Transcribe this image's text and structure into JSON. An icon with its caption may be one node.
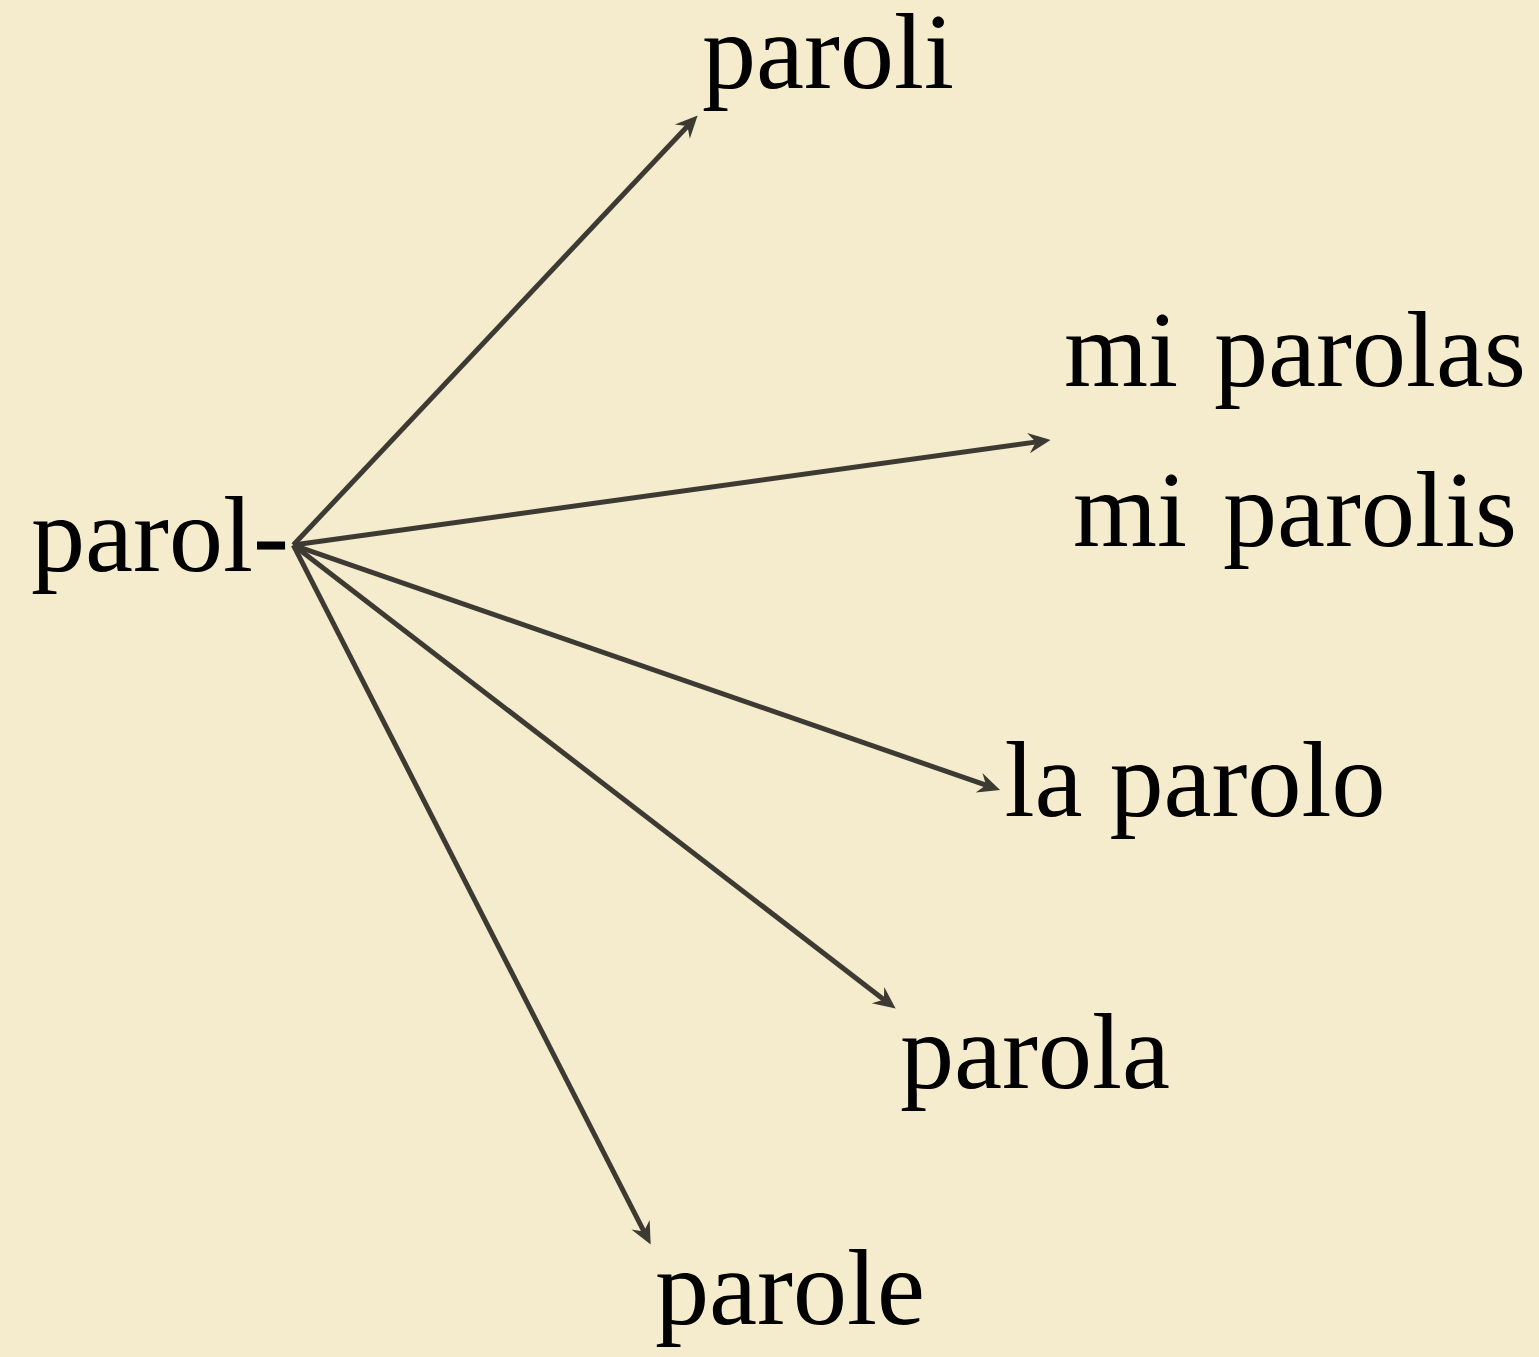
{
  "diagram": {
    "nodes": [
      {
        "text": [
          "parol-"
        ]
      },
      {
        "text": [
          "paroli"
        ]
      },
      {
        "text": [
          "mi parolas mi parolis"
        ]
      },
      {
        "text": [
          "la parolo"
        ]
      },
      {
        "text": [
          "parola"
        ]
      },
      {
        "text": [
          "parole"
        ]
      }
    ],
    "edges": [
      {
        "from": 0,
        "to": 1,
        "arrow": "to"
      },
      {
        "from": 0,
        "to": 2,
        "arrow": "to"
      },
      {
        "from": 0,
        "to": 3,
        "arrow": "to"
      },
      {
        "from": 0,
        "to": 4,
        "arrow": "to"
      },
      {
        "from": 0,
        "to": 5,
        "arrow": "to"
      }
    ]
  }
}
